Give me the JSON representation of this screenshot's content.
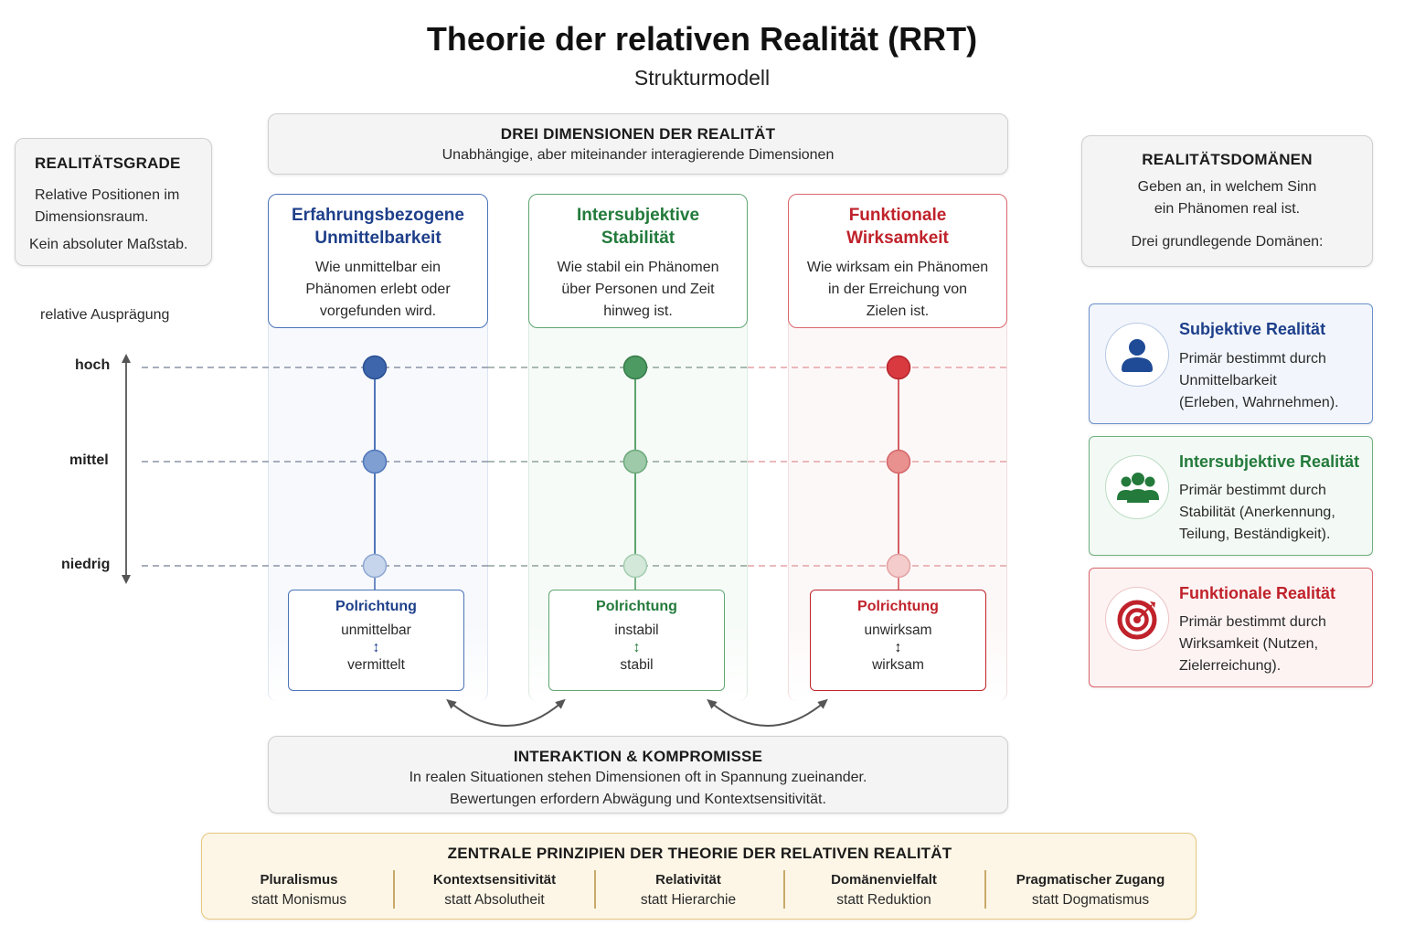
{
  "title": "Theorie der relativen Realität (RRT)",
  "subtitle": "Strukturmodell",
  "dimensions_header": {
    "heading": "DREI DIMENSIONEN DER REALITÄT",
    "text": "Unabhängige, aber miteinander interagierende Dimensionen"
  },
  "grades": {
    "heading": "REALITÄTSGRADE",
    "line1": "Relative Positionen im",
    "line2": "Dimensionsraum.",
    "line3": "Kein absoluter Maßstab."
  },
  "scale": {
    "label": "relative Ausprägung",
    "levels": [
      "hoch",
      "mittel",
      "niedrig"
    ]
  },
  "columns": [
    {
      "title_line1": "Erfahrungsbezogene",
      "title_line2": "Unmittelbarkeit",
      "desc": [
        "Wie unmittelbar ein",
        "Phänomen erlebt oder",
        "vorgefunden wird."
      ],
      "pole_title": "Polrichtung",
      "pole_top": "unmittelbar",
      "pole_bottom": "vermittelt",
      "color": "#1e4a96"
    },
    {
      "title_line1": "Intersubjektive",
      "title_line2": "Stabilität",
      "desc": [
        "Wie stabil ein Phänomen",
        "über Personen und Zeit",
        "hinweg ist."
      ],
      "pole_title": "Polrichtung",
      "pole_top": "instabil",
      "pole_bottom": "stabil",
      "color": "#237a3b"
    },
    {
      "title_line1": "Funktionale",
      "title_line2": "Wirksamkeit",
      "desc": [
        "Wie wirksam ein Phänomen",
        "in der Erreichung von",
        "Zielen ist."
      ],
      "pole_title": "Polrichtung",
      "pole_top": "unwirksam",
      "pole_bottom": "wirksam",
      "color": "#c0222b"
    }
  ],
  "domains": {
    "heading": "REALITÄTSDOMÄNEN",
    "line1": "Geben an, in welchem Sinn",
    "line2": "ein Phänomen real ist.",
    "line3": "Drei grundlegende Domänen:",
    "items": [
      {
        "title": "Subjektive Realität",
        "lines": [
          "Primär bestimmt durch",
          "Unmittelbarkeit",
          "(Erleben, Wahrnehmen)."
        ],
        "icon": "person-icon",
        "color": "#1e3f8a"
      },
      {
        "title": "Intersubjektive Realität",
        "lines": [
          "Primär bestimmt durch",
          "Stabilität (Anerkennung,",
          "Teilung, Beständigkeit)."
        ],
        "icon": "group-icon",
        "color": "#237a3b"
      },
      {
        "title": "Funktionale Realität",
        "lines": [
          "Primär bestimmt durch",
          "Wirksamkeit (Nutzen,",
          "Zielerreichung)."
        ],
        "icon": "target-icon",
        "color": "#c0222b"
      }
    ]
  },
  "interaction": {
    "heading": "INTERAKTION & KOMPROMISSE",
    "line1": "In realen Situationen stehen Dimensionen oft in Spannung zueinander.",
    "line2": "Bewertungen erfordern Abwägung und Kontextsensitivität."
  },
  "principles": {
    "heading": "ZENTRALE PRINZIPIEN DER THEORIE DER RELATIVEN REALITÄT",
    "items": [
      {
        "name": "Pluralismus",
        "sub": "statt Monismus"
      },
      {
        "name": "Kontextsensitivität",
        "sub": "statt Absolutheit"
      },
      {
        "name": "Relativität",
        "sub": "statt Hierarchie"
      },
      {
        "name": "Domänenvielfalt",
        "sub": "statt Reduktion"
      },
      {
        "name": "Pragmatischer Zugang",
        "sub": "statt Dogmatismus"
      }
    ]
  }
}
